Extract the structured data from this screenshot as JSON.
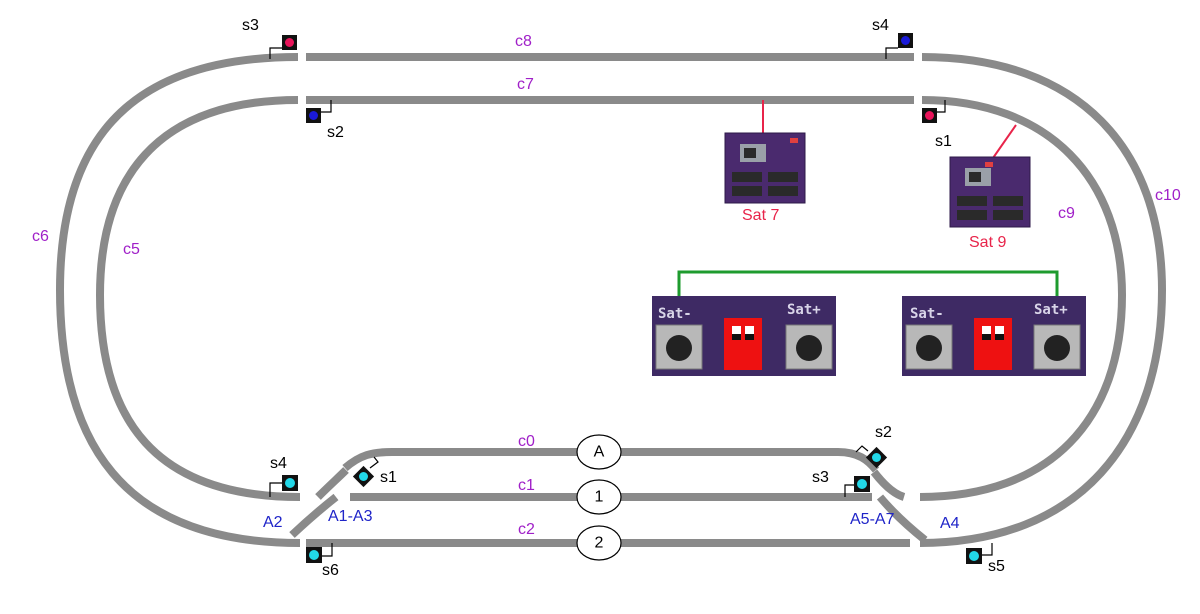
{
  "circuit_labels": {
    "c0": "c0",
    "c1": "c1",
    "c2": "c2",
    "c5": "c5",
    "c6": "c6",
    "c7": "c7",
    "c8": "c8",
    "c9": "c9",
    "c10": "c10"
  },
  "turnout_labels": {
    "a1a3": "A1-A3",
    "a2": "A2",
    "a4": "A4",
    "a5a7": "A5-A7"
  },
  "signals": {
    "top_s3": {
      "label": "s3",
      "color": "#e8145a"
    },
    "top_s4": {
      "label": "s4",
      "color": "#1a1ad8"
    },
    "top_s2": {
      "label": "s2",
      "color": "#1a1ad8"
    },
    "top_s1": {
      "label": "s1",
      "color": "#e8145a"
    },
    "bot_s4": {
      "label": "s4",
      "color": "#22d8e8"
    },
    "bot_s1": {
      "label": "s1",
      "color": "#22d8e8"
    },
    "bot_s2": {
      "label": "s2",
      "color": "#22d8e8"
    },
    "bot_s3": {
      "label": "s3",
      "color": "#22d8e8"
    },
    "bot_s5": {
      "label": "s5",
      "color": "#22d8e8"
    },
    "bot_s6": {
      "label": "s6",
      "color": "#22d8e8"
    }
  },
  "stations": {
    "a": "A",
    "one": "1",
    "two": "2"
  },
  "satellites": {
    "sat7": "Sat 7",
    "sat9": "Sat 9"
  },
  "buttons": {
    "minus": "Sat-",
    "plus": "Sat+"
  },
  "colors": {
    "track": "#8a8a8a",
    "circuit_label": "#a020c8",
    "turnout_label": "#1f24c8",
    "sat_link": "#e8244a",
    "pair_link": "#1e9b2e",
    "switch_red": "#ee1111",
    "board_purple": "#4a2a6e"
  }
}
